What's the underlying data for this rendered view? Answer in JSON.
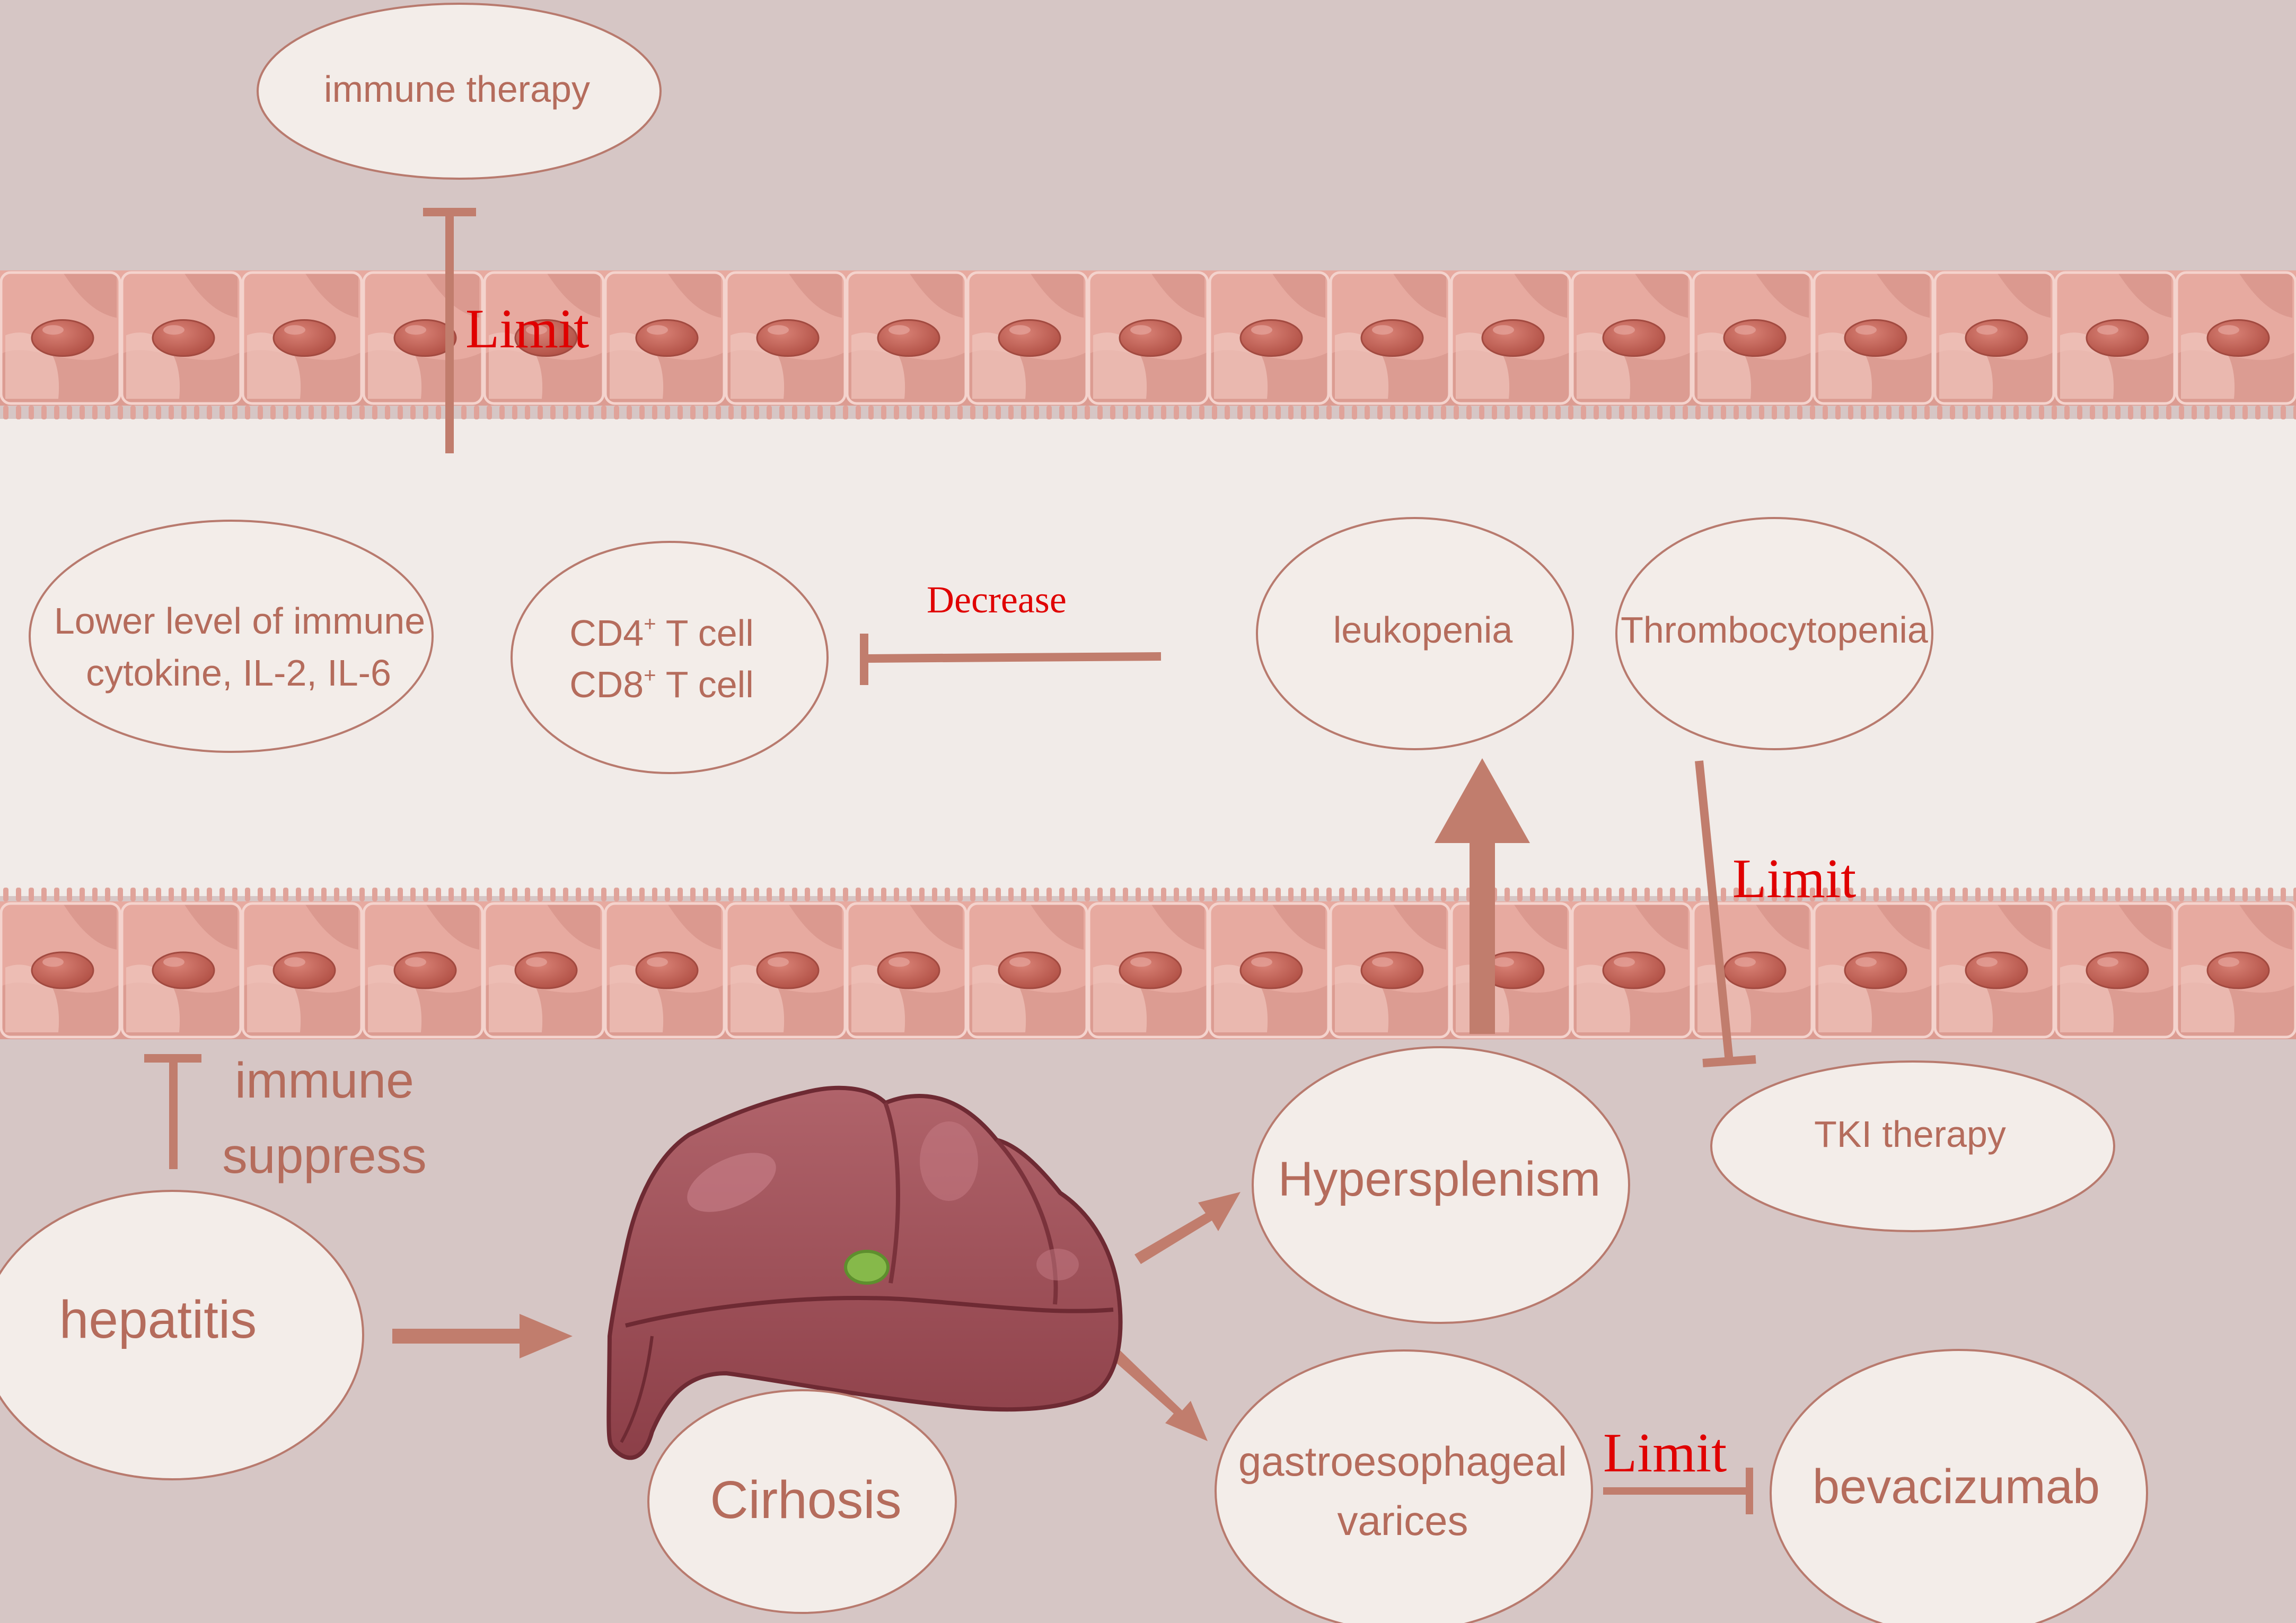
{
  "nodes": {
    "immune_therapy": "immune therapy",
    "lower_level_line1": "Lower level of immune",
    "lower_level_line2": "cytokine, IL-2, IL-6",
    "cd4": "CD4",
    "cd8": "CD8",
    "plus": "+",
    "t_cell": " T cell",
    "leukopenia": "leukopenia",
    "thrombocytopenia": "Thrombocytopenia",
    "hepatitis": "hepatitis",
    "cirhosis": "Cirhosis",
    "hypersplenism": "Hypersplenism",
    "tki_therapy": "TKI therapy",
    "gastro_line1": "gastroesophageal",
    "gastro_line2": "varices",
    "bevacizumab": "bevacizumab"
  },
  "labels": {
    "limit_top": "Limit",
    "decrease": "Decrease",
    "limit_right": "Limit",
    "limit_bottom": "Limit",
    "immune_suppress_line1": "immune",
    "immune_suppress_line2": "suppress"
  },
  "colors": {
    "background": "#d6c6c5",
    "lumen": "#f1ebe8",
    "ellipse_fill": "#f3ede9",
    "ellipse_stroke": "#b87a6e",
    "node_text": "#b56c5c",
    "arrow": "#c17d6d",
    "red_label": "#e00000",
    "cell_main": "#e7aaa0",
    "nucleus": "#c06355"
  }
}
